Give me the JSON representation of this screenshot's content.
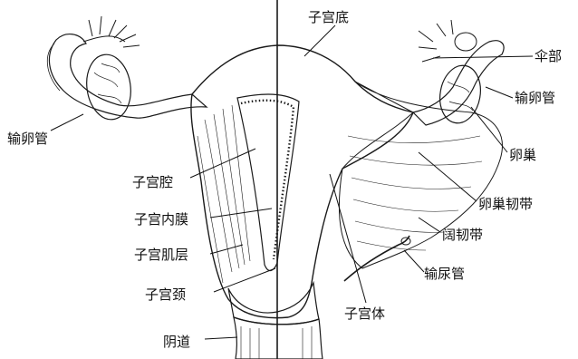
{
  "labels": {
    "fundus": "子宫底",
    "fimbria": "伞部",
    "tube_right": "输卵管",
    "tube_left": "输卵管",
    "ovary": "卵巢",
    "cavity": "子宫腔",
    "ovarian_ligament": "卵巢韧带",
    "endometrium": "子宫内膜",
    "broad_ligament": "阔韧带",
    "myometrium": "子宫肌层",
    "ureter": "输尿管",
    "cervix": "子宫颈",
    "body": "子宫体",
    "vagina": "阴道"
  },
  "colors": {
    "ink": "#111111",
    "background": "#ffffff",
    "tissue": "#e4e4e4",
    "lining": "#c8c8c8"
  }
}
